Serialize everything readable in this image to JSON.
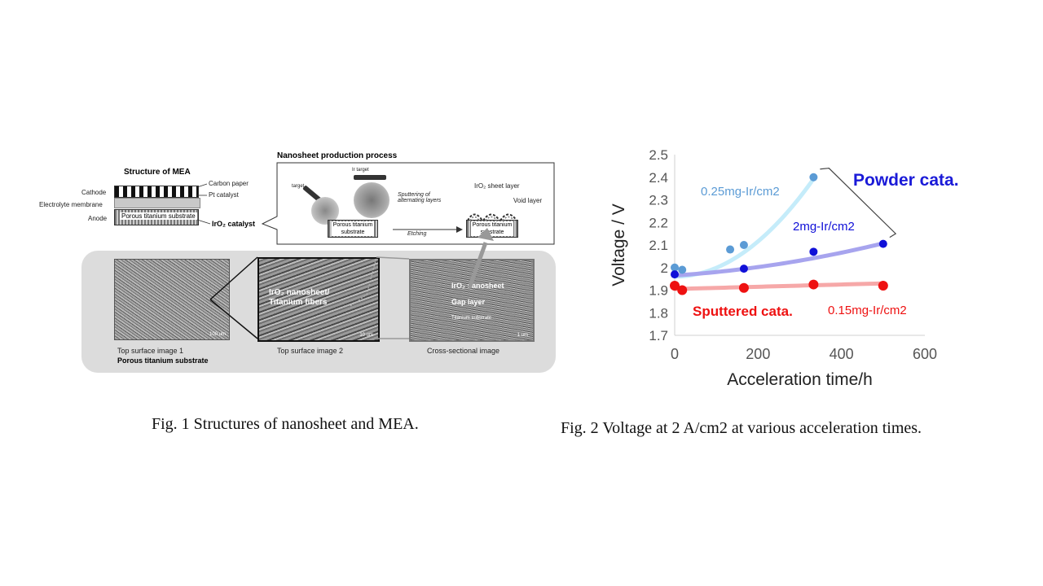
{
  "figure1": {
    "caption": "Fig. 1 Structures of nanosheet and MEA.",
    "mea": {
      "title": "Structure of MEA",
      "cathode": "Cathode",
      "electrolyte": "Electrolyte membrane",
      "anode": "Anode",
      "substrate_text": "Porous titanium substrate",
      "carbon_paper": "Carbon paper",
      "pt_catalyst": "Pt catalyst",
      "iro2_catalyst": "IrO₂ catalyst"
    },
    "process": {
      "title": "Nanosheet production process",
      "target": "target",
      "ir_target": "Ir target",
      "sputtering": "Sputtering of alternating layers",
      "substrate1": "Porous titanium substrate",
      "etching": "Etching",
      "sheet_layer": "IrO₂ sheet layer",
      "void_layer": "Void layer",
      "substrate2": "Porous titanium substrate"
    },
    "images": [
      {
        "caption": "Top surface image 1",
        "subcaption": "Porous titanium substrate",
        "scale": "100 um"
      },
      {
        "caption": "Top surface image 2",
        "overlay": "IrO₂ nanosheet/ Titanium fibers",
        "scale": "10 um"
      },
      {
        "caption": "Cross-sectional image",
        "overlay1": "IrO₂ nanosheet",
        "overlay2": "Gap layer",
        "overlay3": "Titanium substrate",
        "scale": "1 um"
      }
    ]
  },
  "figure2": {
    "caption": "Fig. 2 Voltage at 2 A/cm2 at various acceleration times."
  },
  "chart_data": {
    "type": "scatter",
    "xlabel": "Acceleration time/h",
    "ylabel": "Voltage / V",
    "xlim": [
      0,
      600
    ],
    "ylim": [
      1.7,
      2.5
    ],
    "xticks": [
      0,
      200,
      400,
      600
    ],
    "yticks": [
      1.7,
      1.8,
      1.9,
      2,
      2.1,
      2.2,
      2.3,
      2.4,
      2.5
    ],
    "grid": false,
    "series": [
      {
        "name": "0.25mg-Ir/cm2",
        "color": "#5b9bd5",
        "trend_color": "#c5ecfa",
        "x": [
          0,
          18,
          133,
          166,
          333
        ],
        "y": [
          2.0,
          1.99,
          2.08,
          2.1,
          2.4
        ]
      },
      {
        "name": "2mg-Ir/cm2",
        "color": "#1010d8",
        "trend_color": "#a7a4ee",
        "x": [
          0,
          166,
          333,
          500
        ],
        "y": [
          1.97,
          1.995,
          2.07,
          2.105
        ]
      },
      {
        "name": "0.15mg-Ir/cm2",
        "color": "#ee1111",
        "trend_color": "#f6a8a8",
        "x": [
          0,
          18,
          166,
          333,
          500
        ],
        "y": [
          1.92,
          1.9,
          1.91,
          1.925,
          1.92
        ]
      }
    ],
    "annotations": {
      "powder": "Powder cata.",
      "sputtered": "Sputtered cata."
    }
  }
}
